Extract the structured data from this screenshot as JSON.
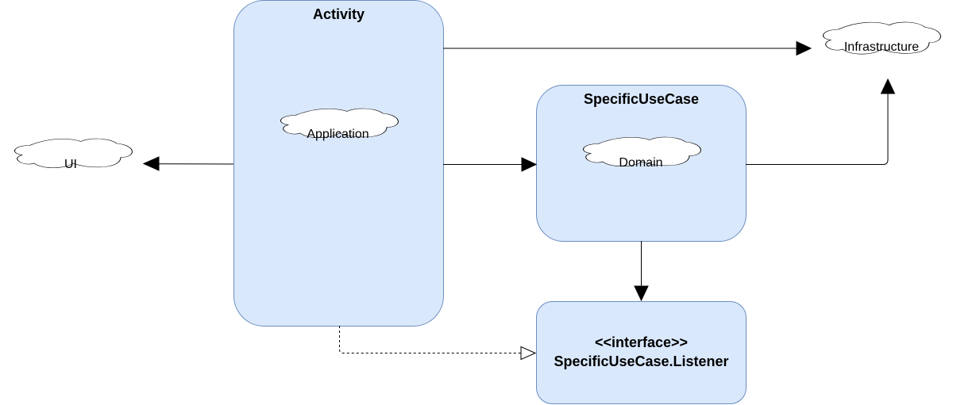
{
  "nodes": {
    "activity": {
      "label": "Activity"
    },
    "specific_use_case": {
      "label": "SpecificUseCase"
    },
    "listener": {
      "stereotype": "<<interface>>",
      "label": "SpecificUseCase.Listener"
    }
  },
  "clouds": {
    "ui": {
      "label": "UI"
    },
    "application": {
      "label": "Application"
    },
    "domain": {
      "label": "Domain"
    },
    "infrastructure": {
      "label": "Infrastructure"
    }
  },
  "colors": {
    "box_fill": "#dae8fc",
    "box_stroke": "#6c8ebf",
    "line": "#000000",
    "cloud_fill": "#ffffff"
  }
}
